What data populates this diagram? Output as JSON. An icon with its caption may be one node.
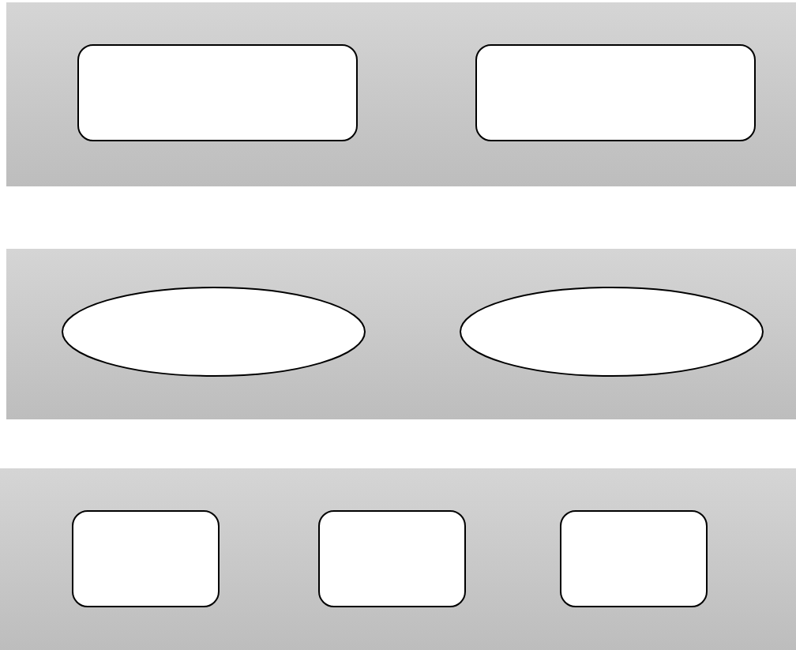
{
  "diagram": {
    "nodes": [
      {
        "text": [],
        "shape": "band"
      },
      {
        "text": [],
        "shape": "box",
        "in": 0
      },
      {
        "text": [],
        "shape": "box",
        "in": 0
      },
      {
        "text": [],
        "shape": "band"
      },
      {
        "text": [],
        "shape": "ellipse",
        "in": 3
      },
      {
        "text": [],
        "shape": "ellipse",
        "in": 3
      },
      {
        "text": [],
        "shape": "band"
      },
      {
        "text": [],
        "shape": "box",
        "in": 6
      },
      {
        "text": [],
        "shape": "box",
        "in": 6
      },
      {
        "text": [],
        "shape": "box",
        "in": 6
      }
    ]
  }
}
